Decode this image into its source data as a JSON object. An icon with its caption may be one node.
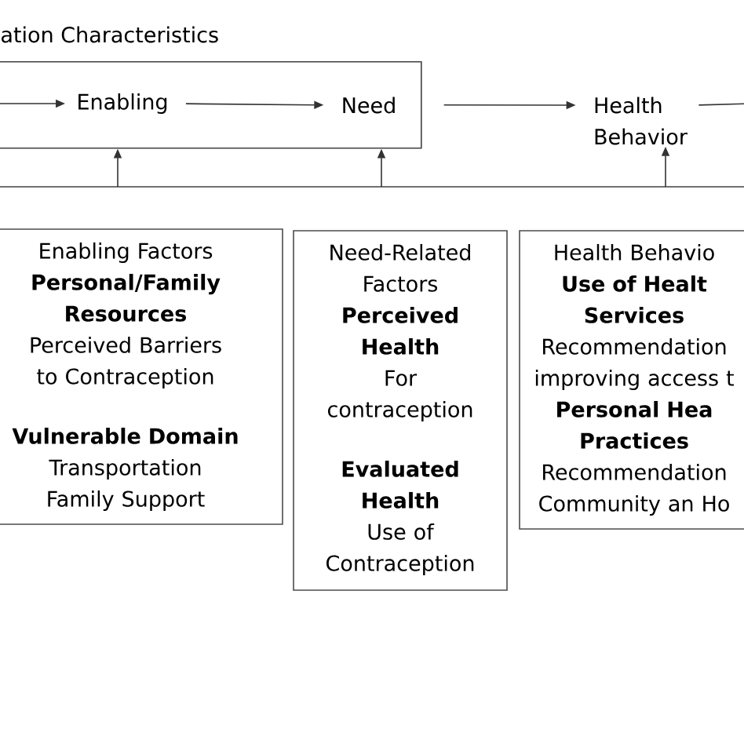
{
  "diagram": {
    "nodes": [
      {
        "text": [
          "ation Characteristics"
        ]
      },
      {
        "text": [
          "Enabling"
        ],
        "in": 0
      },
      {
        "text": [
          "Need"
        ],
        "in": 0
      },
      {
        "text": [
          "Health Behavior"
        ]
      },
      {
        "text": [
          "Enabling Factors",
          "Personal/Family Resources",
          "Perceived Barriers to Contraception",
          "Vulnerable Domain",
          "Transportation Family Support"
        ]
      },
      {
        "text": [
          "Need-Related Factors",
          "Perceived Health",
          "For contraception",
          "Evaluated Health",
          "Use of Contraception"
        ]
      },
      {
        "text": [
          "Health Behavio",
          "Use of Healt Services",
          "Recommendation improving access t",
          "Personal Hea Practices",
          "Recommendation Community an Ho"
        ]
      }
    ],
    "edges": [
      {
        "from": null,
        "to": 1,
        "arrow": "to"
      },
      {
        "from": 1,
        "to": 2,
        "arrow": "to"
      },
      {
        "from": 0,
        "to": 3,
        "arrow": "to"
      },
      {
        "from": 3,
        "to": null,
        "arrow": "none"
      },
      {
        "from": null,
        "to": 0,
        "arrow": "to"
      },
      {
        "from": null,
        "to": 0,
        "arrow": "to"
      },
      {
        "from": null,
        "to": 3,
        "arrow": "to"
      }
    ]
  }
}
